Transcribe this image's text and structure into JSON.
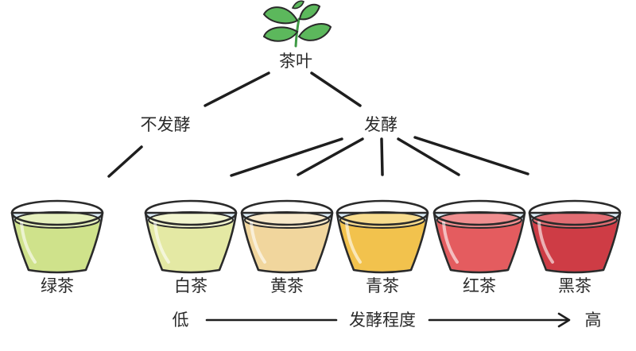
{
  "root": {
    "label": "茶叶",
    "icon": "tea-sprout-icon"
  },
  "branches": [
    {
      "label": "不发酵"
    },
    {
      "label": "发酵"
    }
  ],
  "teas": [
    {
      "label": "绿茶",
      "liquid": "#cfe28b",
      "liquid_light": "#e6f0bd",
      "branch": "不发酵"
    },
    {
      "label": "白茶",
      "liquid": "#e4e9a4",
      "liquid_light": "#f2f5cf",
      "branch": "发酵"
    },
    {
      "label": "黄茶",
      "liquid": "#f1d69d",
      "liquid_light": "#f8e9c9",
      "branch": "发酵"
    },
    {
      "label": "青茶",
      "liquid": "#f2c24d",
      "liquid_light": "#f8dc8e",
      "branch": "发酵"
    },
    {
      "label": "红茶",
      "liquid": "#e45c5f",
      "liquid_light": "#f08f90",
      "branch": "发酵"
    },
    {
      "label": "黑茶",
      "liquid": "#ce3c45",
      "liquid_light": "#e26d73",
      "branch": "发酵"
    }
  ],
  "scale": {
    "low": "低",
    "title": "发酵程度",
    "high": "高"
  },
  "colors": {
    "leaf": "#5cb85c",
    "leaf_dark": "#3f9a45",
    "glass": "#dcecf6",
    "line": "#1e1e1e"
  }
}
